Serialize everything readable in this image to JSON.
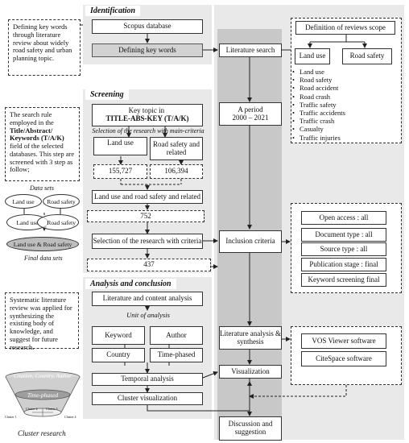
{
  "sections": {
    "identification": "Identification",
    "screening": "Screening",
    "analysis": "Analysis and conclusion"
  },
  "notes": {
    "identification": "Defining key words through literature review about widely road safety and urban planning topic.",
    "screening_parts": [
      "The search rule employed in the ",
      "Title/Abstract/ Keywords (T/A/K)",
      " field of the selected databases. This step are screened with 3 step as follow;"
    ],
    "analysis": "Systematic literature review was applied for synthesizing the existing body of knowledge, and suggest for future research."
  },
  "identification": {
    "scopus": "Scopus database",
    "keywords": "Defining key words"
  },
  "screening": {
    "key_topic_prefix": "Key topic in ",
    "key_topic_bold": "TITLE-ABS-KEY (T/A/K)",
    "main_criteria": "Selection of the research with main-criteria",
    "land_use": "Land use",
    "road_safety": "Road safety and related",
    "count_land_use": "155,727",
    "count_road_safety": "106,394",
    "combined": "Land use and  road safety and related",
    "count_combined": "752",
    "criteria": "Selection of the research with criteria",
    "count_final": "437"
  },
  "datasets": {
    "top_label": "Data sets",
    "bottom_label": "Final data sets",
    "land_use": "Land use",
    "road_safety": "Road safety",
    "final": "Land use & Road safety"
  },
  "analysis": {
    "content": "Literature and content analysis",
    "unit": "Unit of analysis",
    "keyword": "Keyword",
    "author": "Author",
    "country": "Country",
    "time_phased": "Time-phased",
    "temporal": "Temporal analysis",
    "cluster_vis": "Cluster visualization"
  },
  "cone": {
    "top": "Citation, Country, Author",
    "middle": "Time-phased",
    "clusters": [
      "Cluster 1",
      "Cluster 2",
      "Cluster 3",
      "Cluster 4"
    ],
    "caption": "Cluster research"
  },
  "center": {
    "literature_search": "Literature search",
    "period_title": "A period",
    "period_range": "2000 – 2021",
    "inclusion": "Inclusion criteria",
    "synthesis": "Literature analysis & synthesis",
    "visualization": "Visualization",
    "discussion": "Discussion and suggestion"
  },
  "scope": {
    "title": "Definition of reviews scope",
    "land_use": "Land use",
    "road_safety": "Road safety",
    "terms": [
      "Land use",
      "Road safety",
      "Road accident",
      "Road crash",
      "Traffic safety",
      "Traffic accidents",
      "Traffic crash",
      "Casualty",
      "Traffic injuries"
    ]
  },
  "criteria": [
    "Open access : all",
    "Document type : all",
    "Source type : all",
    "Publication stage : final",
    "Keyword screening final"
  ],
  "software": [
    "VOS Viewer software",
    "CiteSpace software"
  ]
}
